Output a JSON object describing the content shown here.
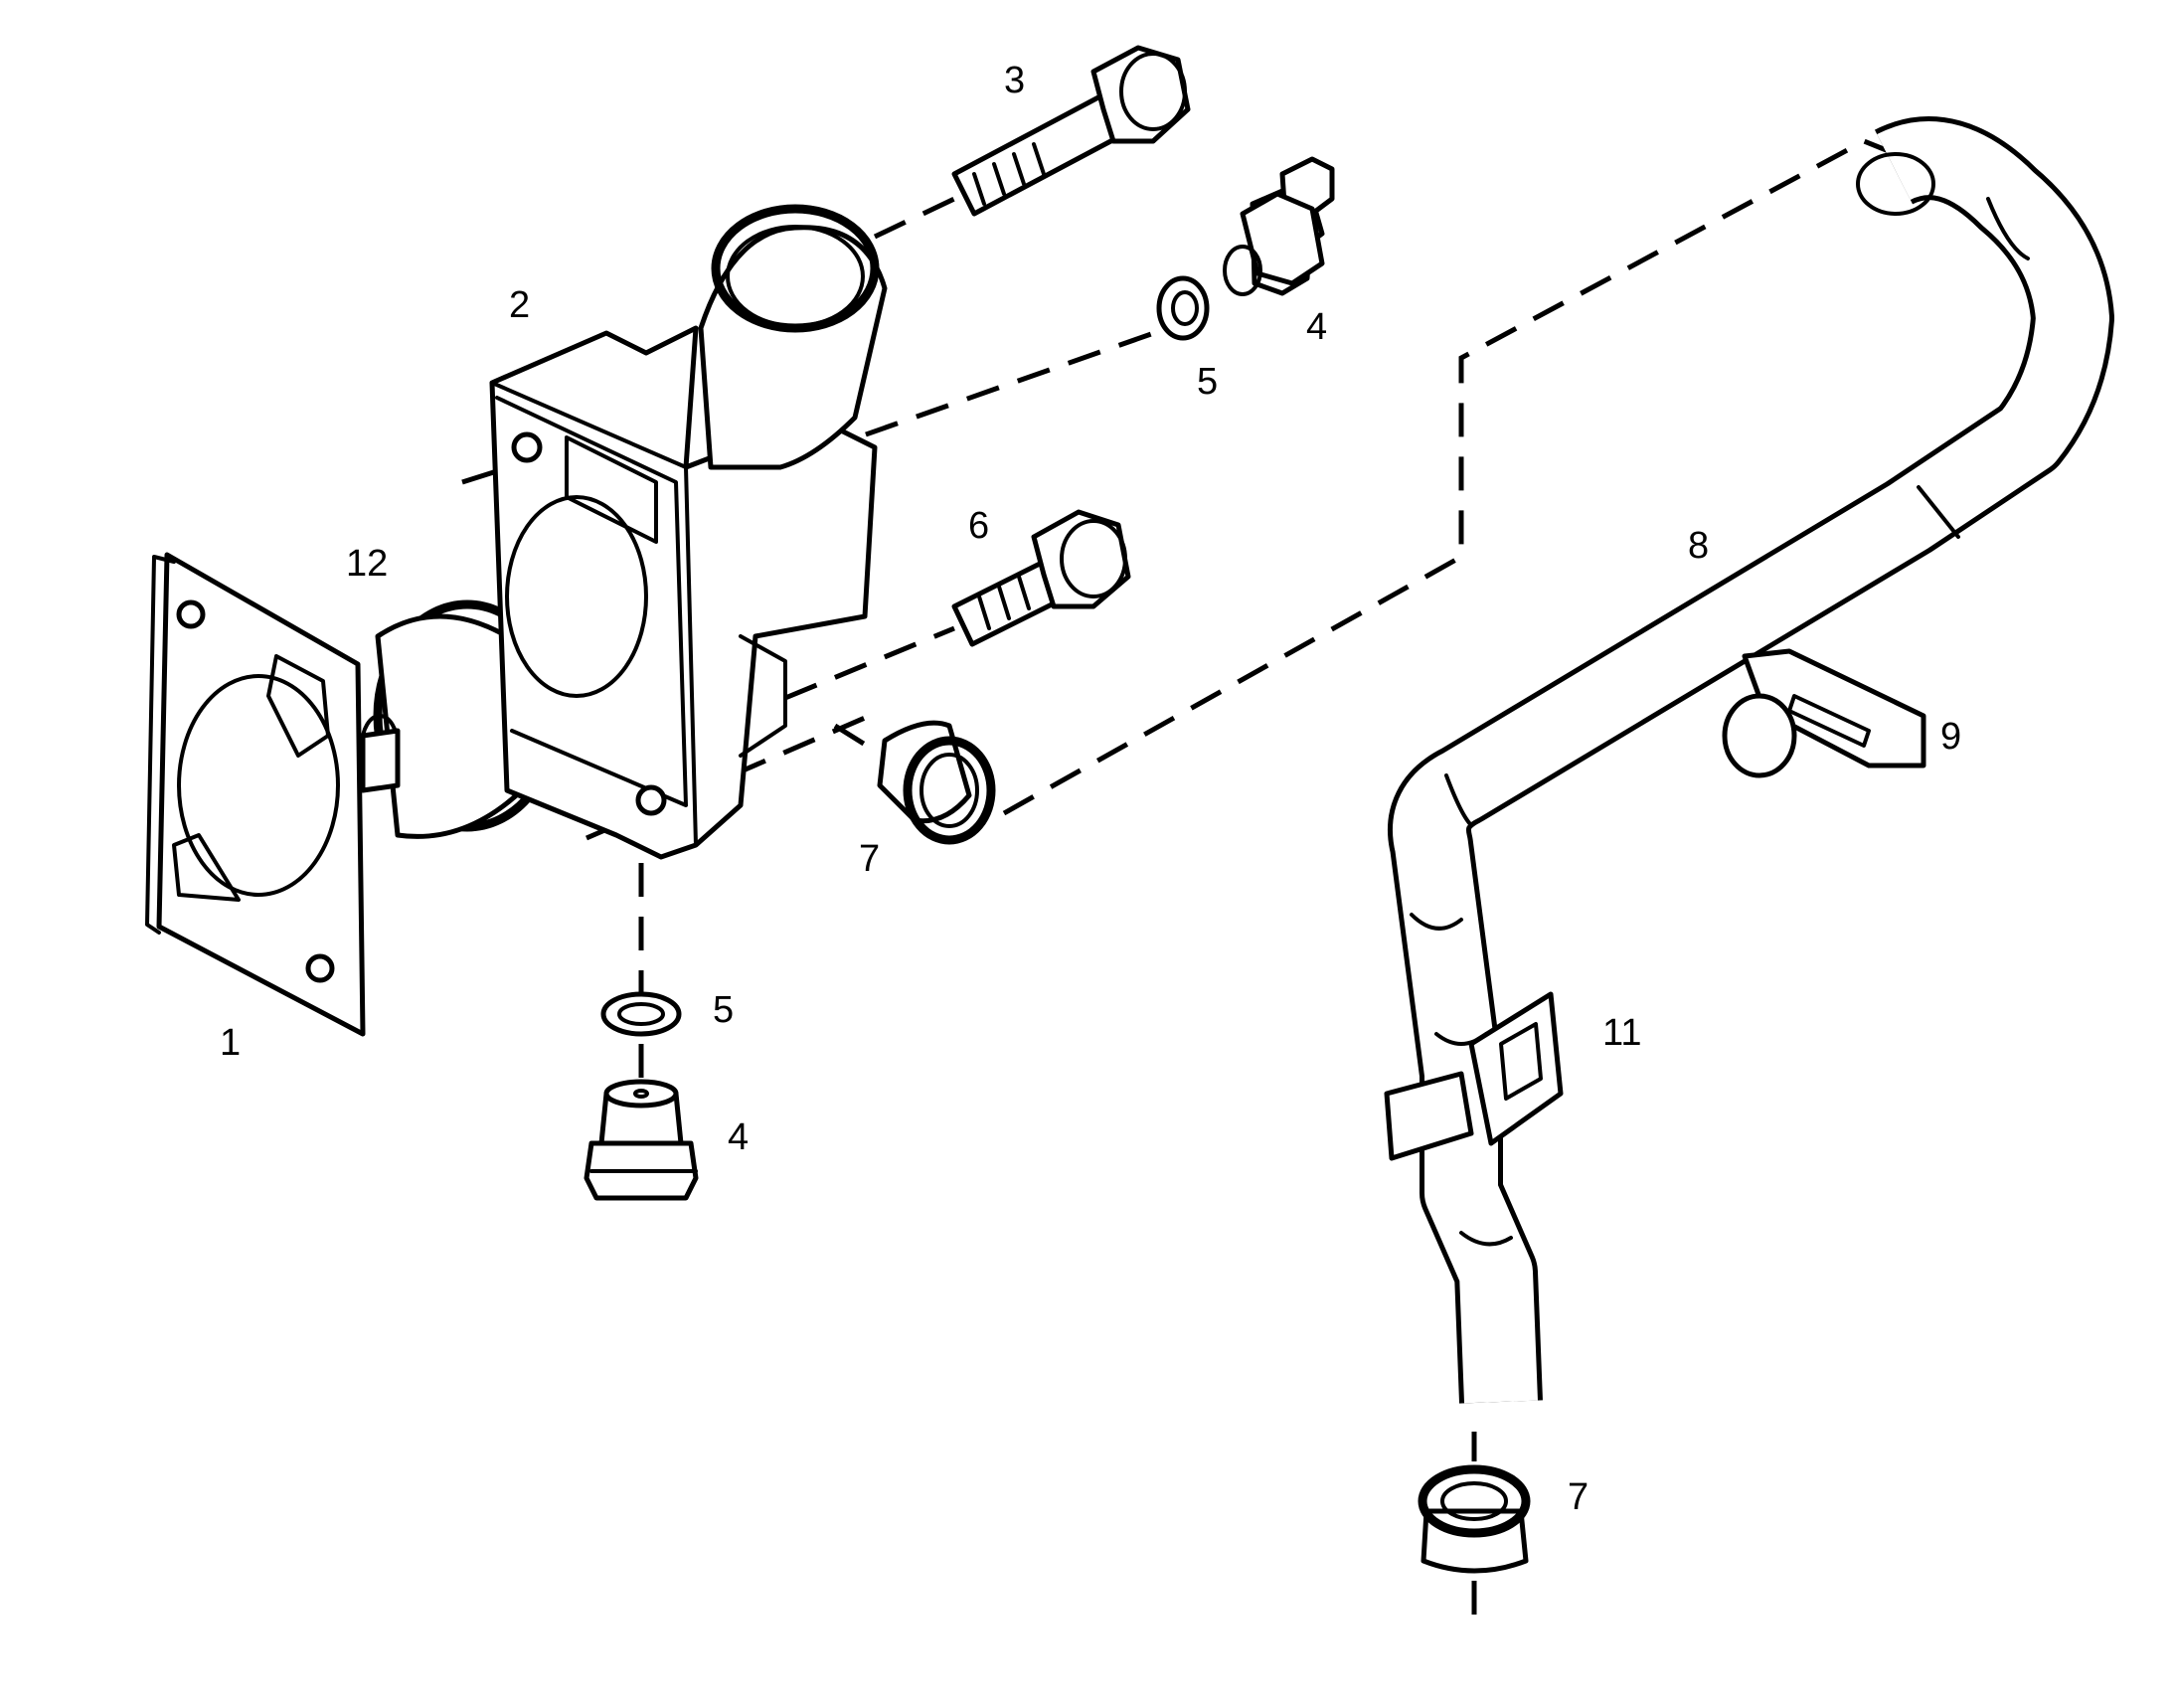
{
  "diagram": {
    "line_color": "#000000",
    "background": "#ffffff",
    "callouts": [
      {
        "id": "c1",
        "label": "1"
      },
      {
        "id": "c2",
        "label": "2"
      },
      {
        "id": "c3",
        "label": "3"
      },
      {
        "id": "c4a",
        "label": "4"
      },
      {
        "id": "c4b",
        "label": "4"
      },
      {
        "id": "c5a",
        "label": "5"
      },
      {
        "id": "c5b",
        "label": "5"
      },
      {
        "id": "c6",
        "label": "6"
      },
      {
        "id": "c7a",
        "label": "7"
      },
      {
        "id": "c7b",
        "label": "7"
      },
      {
        "id": "c8",
        "label": "8"
      },
      {
        "id": "c9",
        "label": "9"
      },
      {
        "id": "c11",
        "label": "11"
      },
      {
        "id": "c12",
        "label": "12"
      }
    ]
  }
}
